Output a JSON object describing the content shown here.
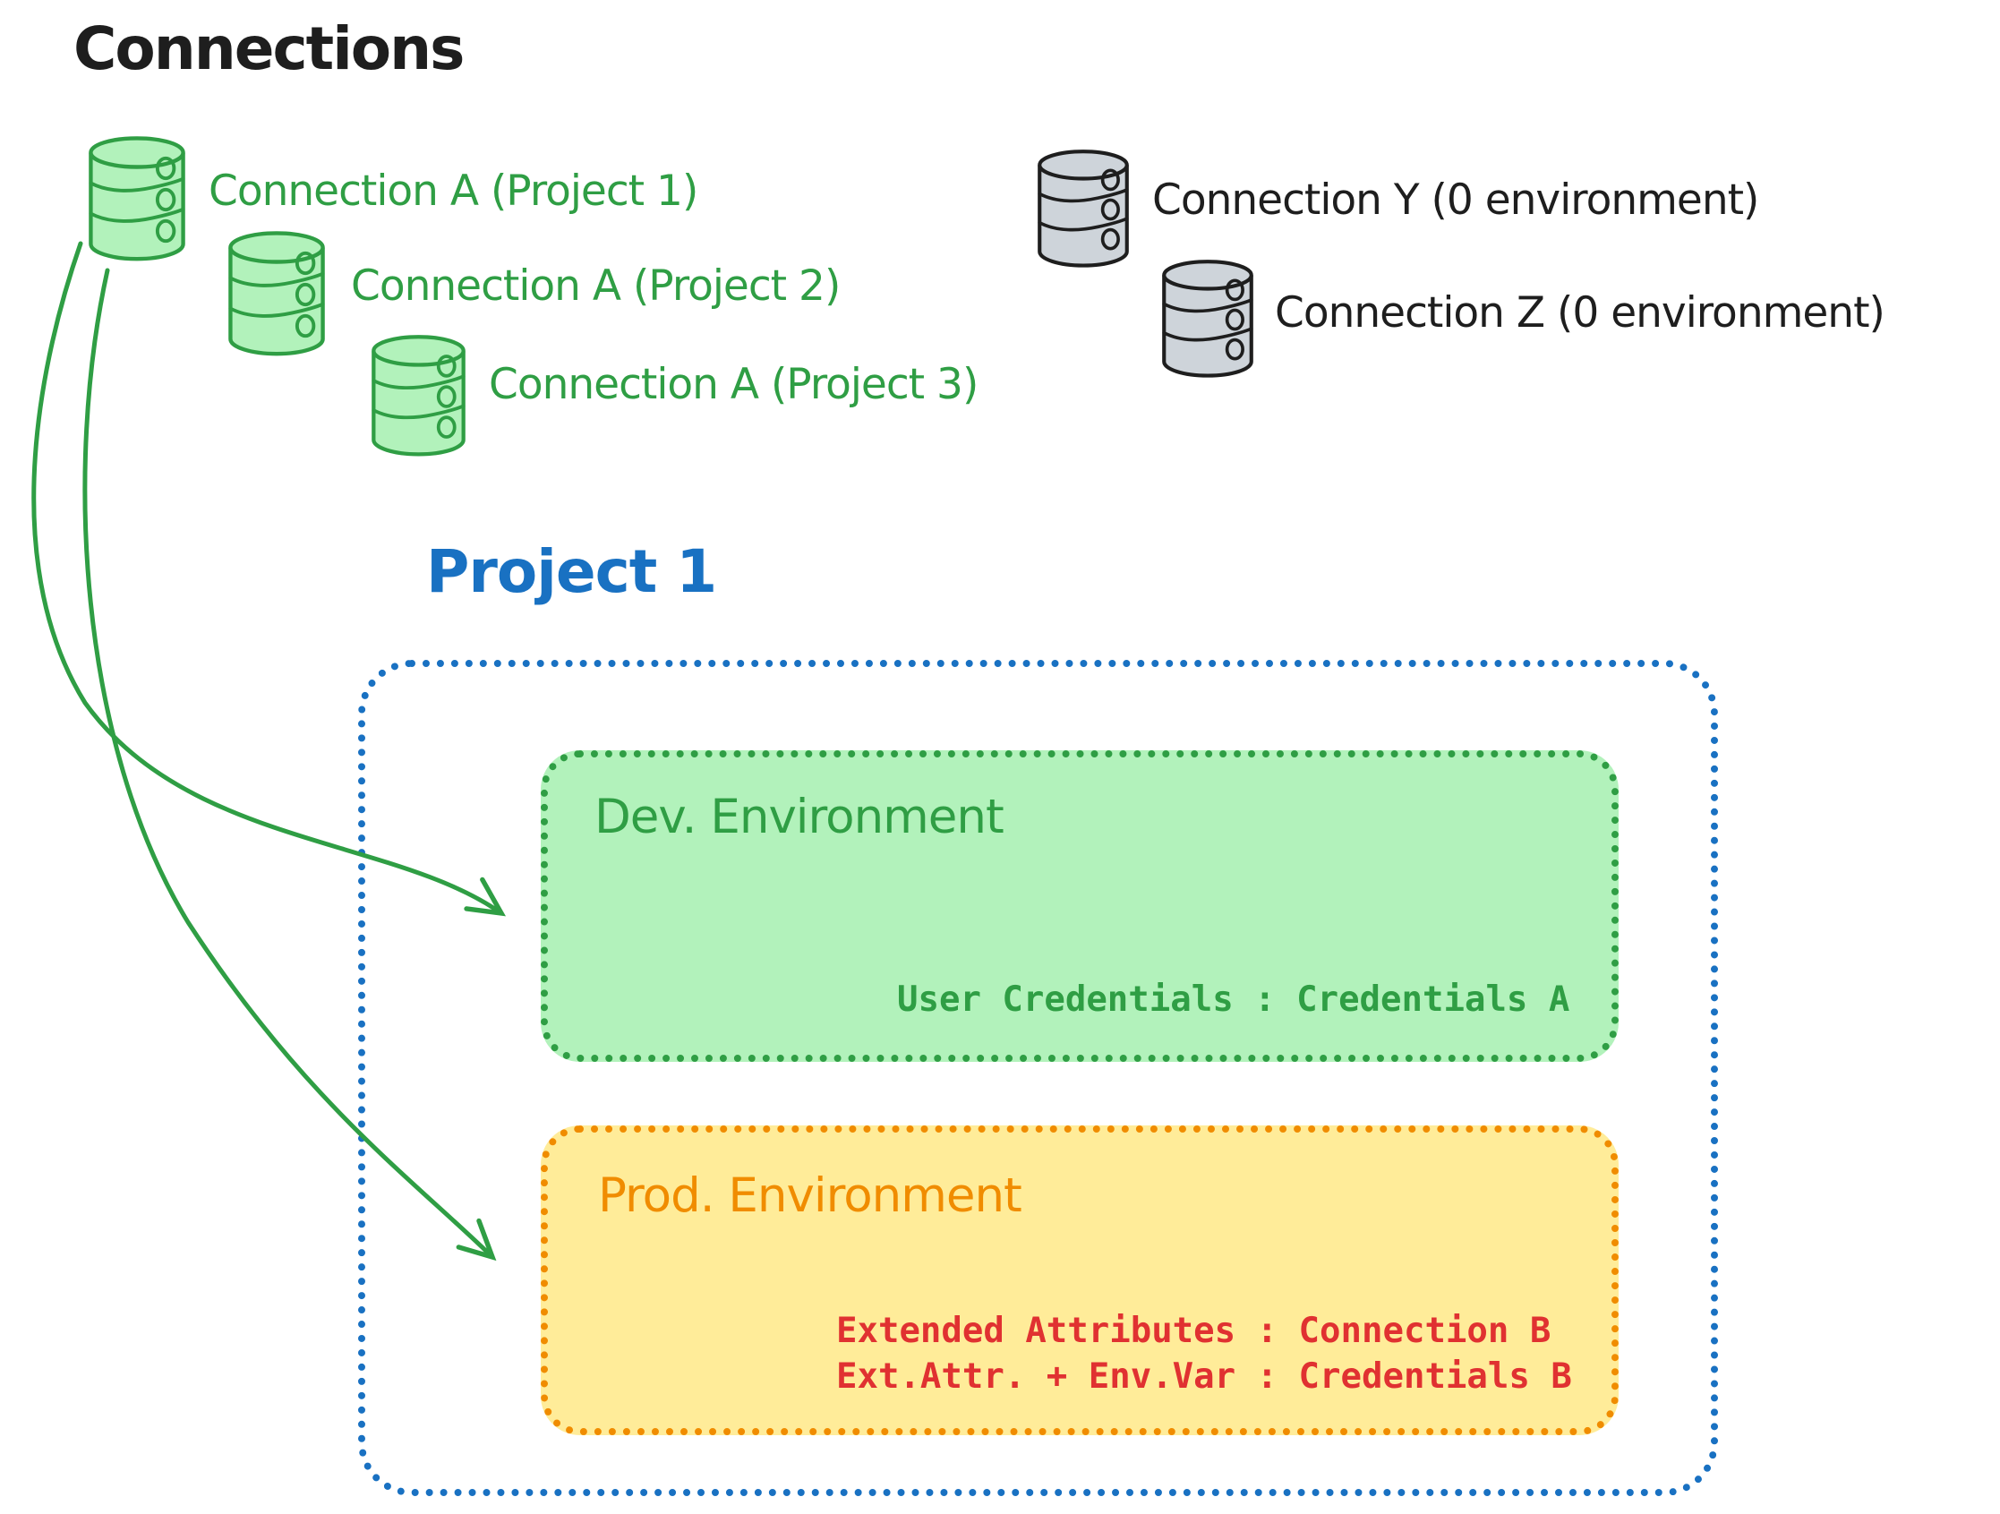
{
  "title": "Connections",
  "palette": {
    "ink": "#1e1e1e",
    "green": "#2f9e44",
    "green_fill": "#b2f2bb",
    "blue": "#1971c2",
    "orange": "#f08c00",
    "yellow_fill": "#ffec99",
    "red": "#e03131",
    "gray_fill": "#ced4da"
  },
  "connections": {
    "project_scoped": [
      {
        "label": "Connection A (Project 1)"
      },
      {
        "label": "Connection A (Project 2)"
      },
      {
        "label": "Connection A (Project 3)"
      }
    ],
    "unassigned": [
      {
        "label": "Connection Y (0 environment)"
      },
      {
        "label": "Connection Z (0 environment)"
      }
    ]
  },
  "project": {
    "title": "Project 1",
    "environments": [
      {
        "name": "Dev. Environment",
        "lines": [
          "User Credentials : Credentials A"
        ]
      },
      {
        "name": "Prod. Environment",
        "lines": [
          "Extended Attributes : Connection B",
          "Ext.Attr. + Env.Var : Credentials B"
        ]
      }
    ]
  }
}
